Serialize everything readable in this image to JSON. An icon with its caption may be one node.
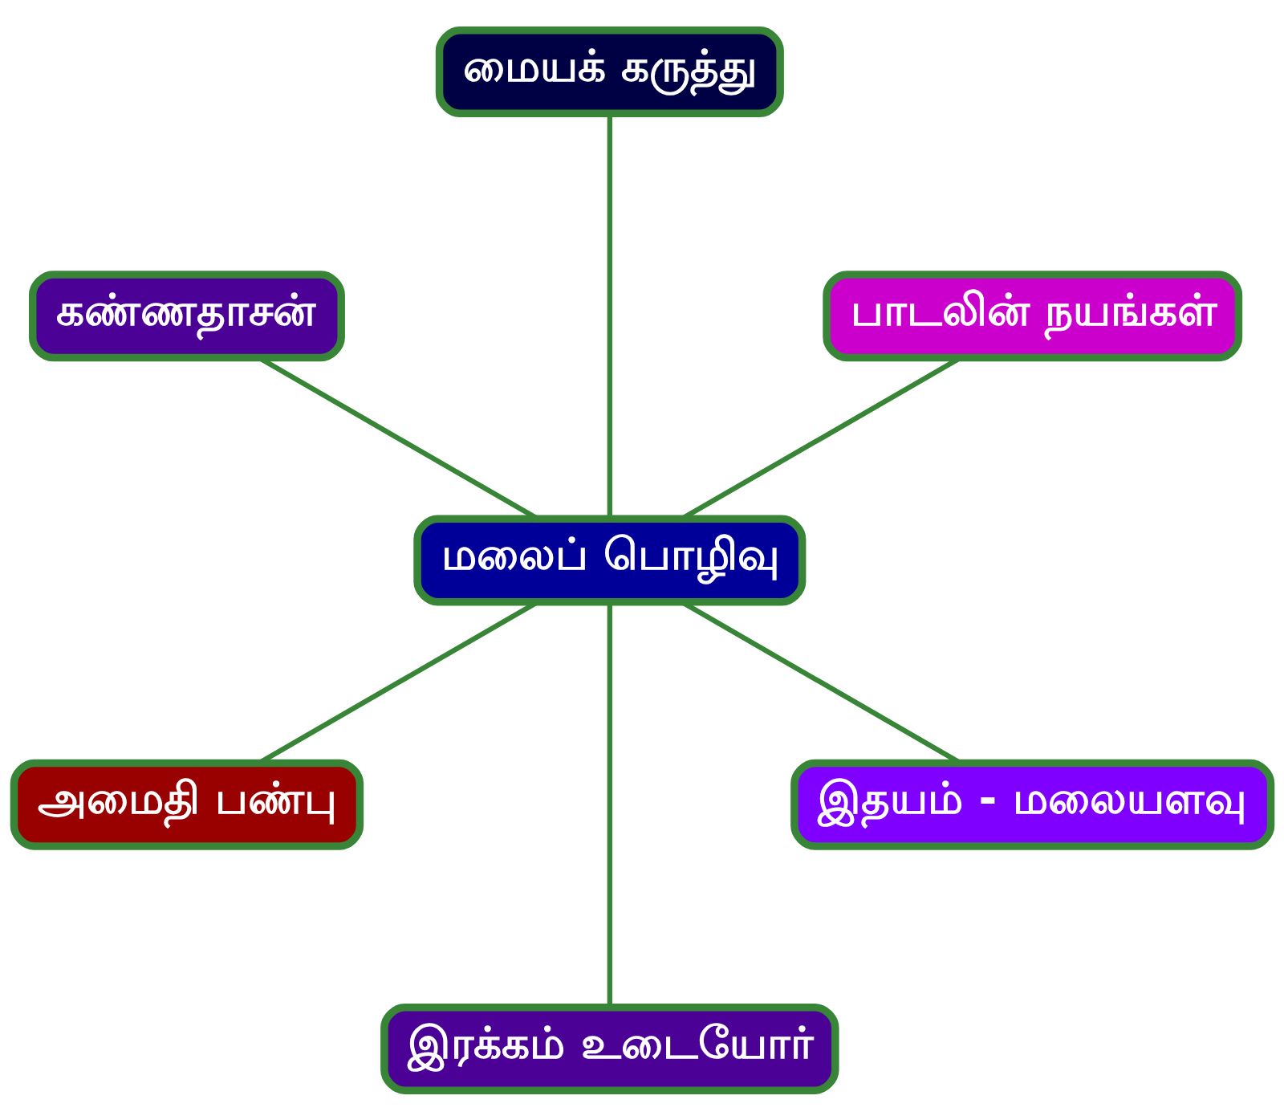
{
  "diagram": {
    "nodes": [
      {
        "text": [
          "மையக் கருத்து"
        ]
      },
      {
        "text": [
          "கண்ணதாசன்"
        ]
      },
      {
        "text": [
          "பாடலின் நயங்கள்"
        ]
      },
      {
        "text": [
          "மலைப் பொழிவு"
        ]
      },
      {
        "text": [
          "இதயம் - மலையளவு"
        ]
      },
      {
        "text": [
          "அமைதி பண்பு"
        ]
      },
      {
        "text": [
          "இரக்கம் உடையோர்"
        ]
      }
    ],
    "edges": [
      {
        "from": 3,
        "to": 2,
        "arrow": "none"
      },
      {
        "from": 3,
        "to": 0,
        "arrow": "none"
      },
      {
        "from": 3,
        "to": 1,
        "arrow": "none"
      },
      {
        "from": 3,
        "to": 5,
        "arrow": "none"
      },
      {
        "from": 3,
        "to": 6,
        "arrow": "none"
      },
      {
        "from": 3,
        "to": 4,
        "arrow": "none"
      }
    ]
  }
}
